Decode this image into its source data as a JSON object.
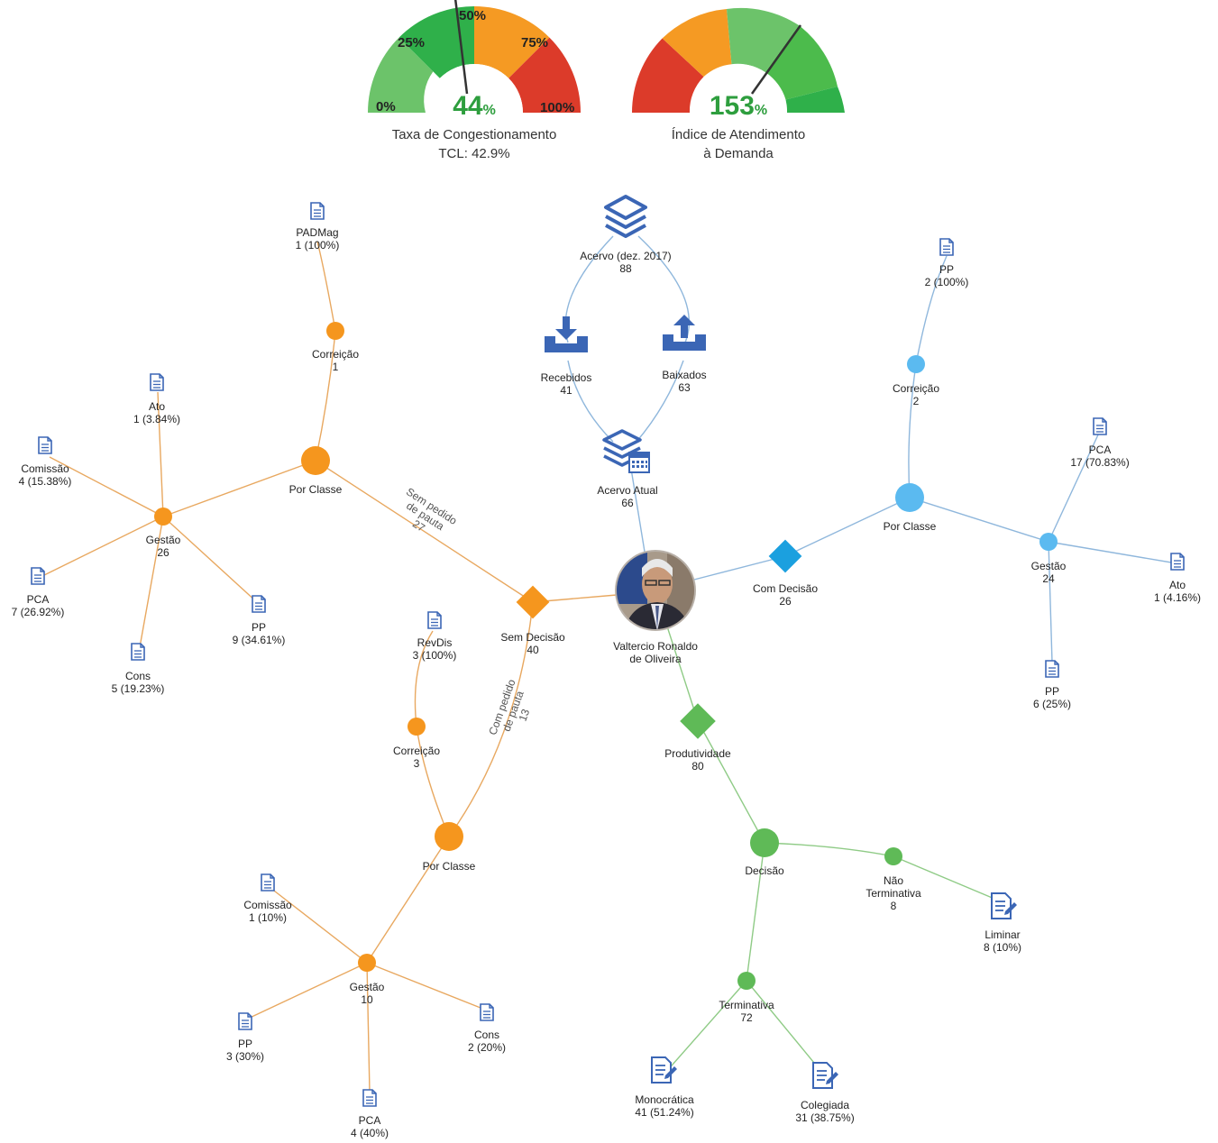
{
  "gauges": [
    {
      "value": "44",
      "unit": "%",
      "caption_line1": "Taxa de Congestionamento",
      "caption_line2": "TCL: 42.9%",
      "ticks": [
        "0%",
        "25%",
        "50%",
        "75%",
        "100%"
      ],
      "needle_fraction": 0.44,
      "segments": [
        "#6cc36a",
        "#2fb04a",
        "#f59a23",
        "#dc3b2a"
      ]
    },
    {
      "value": "153",
      "unit": "%",
      "caption_line1": "Índice de Atendimento",
      "caption_line2": "à Demanda",
      "ticks": [],
      "needle_fraction": 0.69,
      "segments": [
        "#dc3b2a",
        "#f59a23",
        "#6cc36a",
        "#4cbb4c",
        "#2fb04a"
      ]
    }
  ],
  "colors": {
    "orange": "#f5961e",
    "blue": "#5bbaf0",
    "green": "#5fba57",
    "navy": "#3b66b5",
    "edge_orange": "#e8a860",
    "edge_blue": "#8fb7dc",
    "edge_green": "#8fcb86"
  },
  "person": {
    "name_line1": "Valtercio Ronaldo",
    "name_line2": "de Oliveira"
  },
  "nodes": [
    {
      "id": "acervo",
      "shape": "stack",
      "color": "navy",
      "l1": "Acervo (dez. 2017)",
      "l2": "88"
    },
    {
      "id": "recebidos",
      "shape": "inbox",
      "color": "navy",
      "l1": "Recebidos",
      "l2": "41"
    },
    {
      "id": "baixados",
      "shape": "outbox",
      "color": "navy",
      "l1": "Baixados",
      "l2": "63"
    },
    {
      "id": "atual",
      "shape": "stackcal",
      "color": "navy",
      "l1": "Acervo Atual",
      "l2": "66"
    },
    {
      "id": "semdec",
      "shape": "diamond",
      "color": "orange",
      "l1": "Sem Decisão",
      "l2": "40"
    },
    {
      "id": "pc1",
      "shape": "circle-lg",
      "color": "orange",
      "l1": "Por Classe",
      "l2": ""
    },
    {
      "id": "cor1",
      "shape": "circle",
      "color": "orange",
      "l1": "Correição",
      "l2": "1"
    },
    {
      "id": "padmag",
      "shape": "doc",
      "color": "navy",
      "l1": "PADMag",
      "l2": "1 (100%)"
    },
    {
      "id": "gest1",
      "shape": "circle",
      "color": "orange",
      "l1": "Gestão",
      "l2": "26"
    },
    {
      "id": "ato1",
      "shape": "doc",
      "color": "navy",
      "l1": "Ato",
      "l2": "1 (3.84%)"
    },
    {
      "id": "com1",
      "shape": "doc",
      "color": "navy",
      "l1": "Comissão",
      "l2": "4 (15.38%)"
    },
    {
      "id": "pca1",
      "shape": "doc",
      "color": "navy",
      "l1": "PCA",
      "l2": "7 (26.92%)"
    },
    {
      "id": "cons1",
      "shape": "doc",
      "color": "navy",
      "l1": "Cons",
      "l2": "5 (19.23%)"
    },
    {
      "id": "pp1",
      "shape": "doc",
      "color": "navy",
      "l1": "PP",
      "l2": "9 (34.61%)"
    },
    {
      "id": "pc2",
      "shape": "circle-lg",
      "color": "orange",
      "l1": "Por Classe",
      "l2": ""
    },
    {
      "id": "cor2",
      "shape": "circle",
      "color": "orange",
      "l1": "Correição",
      "l2": "3"
    },
    {
      "id": "revdis",
      "shape": "doc",
      "color": "navy",
      "l1": "RevDis",
      "l2": "3 (100%)"
    },
    {
      "id": "gest2",
      "shape": "circle",
      "color": "orange",
      "l1": "Gestão",
      "l2": "10"
    },
    {
      "id": "com2",
      "shape": "doc",
      "color": "navy",
      "l1": "Comissão",
      "l2": "1 (10%)"
    },
    {
      "id": "pp2",
      "shape": "doc",
      "color": "navy",
      "l1": "PP",
      "l2": "3 (30%)"
    },
    {
      "id": "pca2",
      "shape": "doc",
      "color": "navy",
      "l1": "PCA",
      "l2": "4 (40%)"
    },
    {
      "id": "cons2",
      "shape": "doc",
      "color": "navy",
      "l1": "Cons",
      "l2": "2 (20%)"
    },
    {
      "id": "comdec",
      "shape": "diamond",
      "color": "blue",
      "l1": "Com Decisão",
      "l2": "26"
    },
    {
      "id": "pc3",
      "shape": "circle-lg",
      "color": "blue",
      "l1": "Por Classe",
      "l2": ""
    },
    {
      "id": "cor3",
      "shape": "circle",
      "color": "blue",
      "l1": "Correição",
      "l2": "2"
    },
    {
      "id": "pp3",
      "shape": "doc",
      "color": "navy",
      "l1": "PP",
      "l2": "2 (100%)"
    },
    {
      "id": "gest3",
      "shape": "circle",
      "color": "blue",
      "l1": "Gestão",
      "l2": "24"
    },
    {
      "id": "pca3",
      "shape": "doc",
      "color": "navy",
      "l1": "PCA",
      "l2": "17 (70.83%)"
    },
    {
      "id": "ato3",
      "shape": "doc",
      "color": "navy",
      "l1": "Ato",
      "l2": "1 (4.16%)"
    },
    {
      "id": "pp4",
      "shape": "doc",
      "color": "navy",
      "l1": "PP",
      "l2": "6 (25%)"
    },
    {
      "id": "prod",
      "shape": "diamond",
      "color": "green",
      "l1": "Produtividade",
      "l2": "80"
    },
    {
      "id": "dec",
      "shape": "circle-lg",
      "color": "green",
      "l1": "Decisão",
      "l2": ""
    },
    {
      "id": "naoterm",
      "shape": "circle",
      "color": "green",
      "l1": "Não",
      "l2": "Terminativa",
      "l3": "8"
    },
    {
      "id": "liminar",
      "shape": "docedit",
      "color": "navy",
      "l1": "Liminar",
      "l2": "8 (10%)"
    },
    {
      "id": "term",
      "shape": "circle",
      "color": "green",
      "l1": "Terminativa",
      "l2": "72"
    },
    {
      "id": "mono",
      "shape": "docedit",
      "color": "navy",
      "l1": "Monocrática",
      "l2": "41 (51.24%)"
    },
    {
      "id": "coleg",
      "shape": "docedit",
      "color": "navy",
      "l1": "Colegiada",
      "l2": "31 (38.75%)"
    }
  ],
  "edge_labels": {
    "sem_pedido": [
      "Sem pedido",
      "de pauta",
      "27"
    ],
    "com_pedido": [
      "Com pedido",
      "de pauta",
      "13"
    ]
  }
}
